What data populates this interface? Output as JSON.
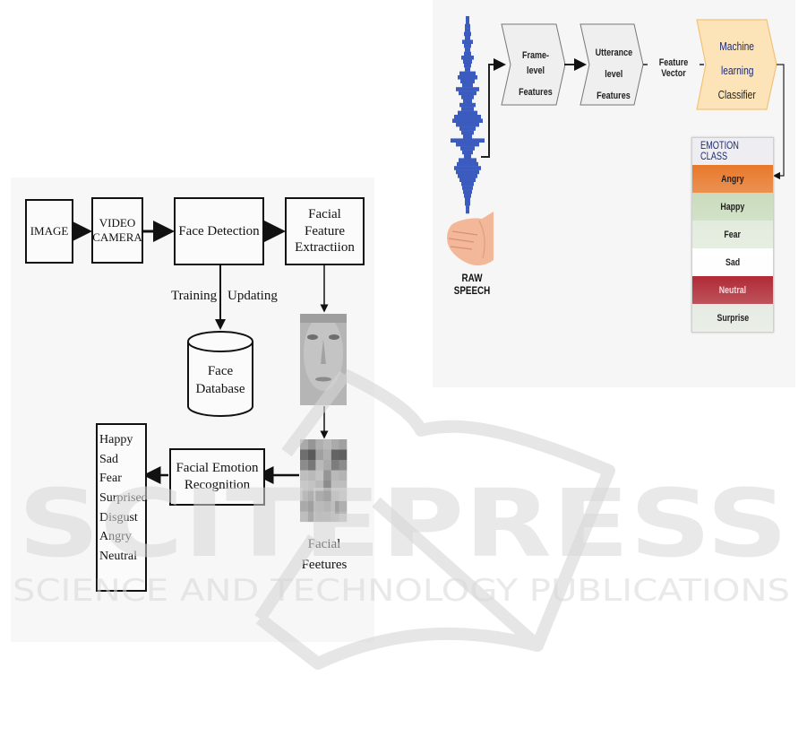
{
  "left_diagram": {
    "boxes": {
      "image": "IMAGE",
      "video_camera": [
        "VIDEO",
        "CAMERA"
      ],
      "face_detection": "Face Detection",
      "feature_extraction": [
        "Facial Feature",
        "Extractiion"
      ],
      "emotion_recognition": [
        "Facial Emotion",
        "Recognition"
      ],
      "face_database": [
        "Face",
        "Database"
      ]
    },
    "labels": {
      "training": "Training",
      "updating": "Updating",
      "facial_features": [
        "Facial",
        "Feetures"
      ]
    },
    "emotions": [
      "Happy",
      "Sad",
      "Fear",
      "Surprised",
      "Disgust",
      "Angry",
      "Neutral"
    ]
  },
  "right_diagram": {
    "frame_level": [
      "Frame-level",
      "Features"
    ],
    "utterance_level": [
      "Utterance",
      "level",
      "Features"
    ],
    "feature_vector": "Feature Vector",
    "classifier": [
      "Machine",
      "learning",
      "Classifier"
    ],
    "raw_speech": "RAW SPEECH",
    "emotion_class_header": "EMOTION CLASS",
    "emotion_classes": [
      {
        "label": "Angry",
        "bg": "#e8782a",
        "fg": "#222222"
      },
      {
        "label": "Happy",
        "bg": "#c9dcbc",
        "fg": "#222222"
      },
      {
        "label": "Fear",
        "bg": "#e2ecdc",
        "fg": "#222222"
      },
      {
        "label": "Sad",
        "bg": "#ffffff",
        "fg": "#222222"
      },
      {
        "label": "Neutral",
        "bg": "#b02a35",
        "fg": "#f4dede"
      },
      {
        "label": "Surprise",
        "bg": "#e6ece3",
        "fg": "#222222"
      }
    ],
    "colors": {
      "classifier_fill": "#fde3b8",
      "classifier_border": "#f2c27a",
      "classifier_text_blue": "#1c2a78",
      "waveform": "#3b5bbf",
      "header_text": "#1c2a78"
    }
  },
  "watermark": {
    "main": "SCITEPRESS",
    "sub": "SCIENCE AND TECHNOLOGY PUBLICATIONS"
  }
}
